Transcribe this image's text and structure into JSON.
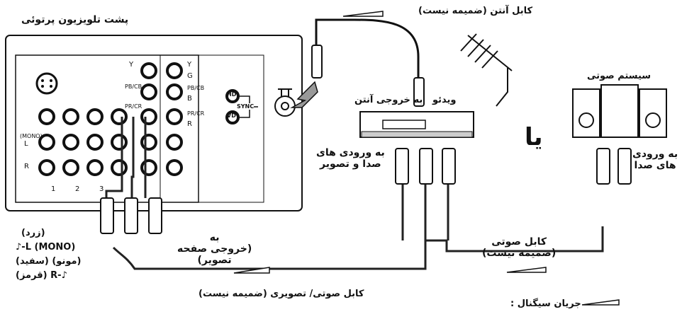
{
  "labels": {
    "tv_back": "پشت تلویزیون پرتوئی",
    "antenna_cable": "کابل آنتن (ضمیمه نیست)",
    "to_antenna_out": "به خروجی آنتن",
    "vcr": "ویدئو",
    "or": "یا",
    "audio_system": "سیستم صوتی",
    "to_av_inputs_1": "به ورودی های",
    "to_av_inputs_2": "صدا و تصویر",
    "to_audio_inputs_1": "به ورودی",
    "to_audio_inputs_2": "های صدا",
    "yellow": "(زرد)",
    "l_mono": "♪-L (MONO)",
    "mono_white": "(مونو) (سفید)",
    "r_red": "♪-R (قرمز)",
    "to_screen_out_1": "به",
    "to_screen_out_2": "(خروجی صفحه",
    "to_screen_out_3": "تصویر)",
    "audio_cable_1": "کابل صوتی",
    "audio_cable_2": "(ضمیمه نیست)",
    "av_cable": "کابل صوتی/ تصویری (ضمیمه نیست)",
    "signal_flow": "جریان سیگنال :"
  },
  "panel": {
    "y": "Y",
    "pb_cb": "PB/CB",
    "pr_cr": "PR/CR",
    "y_g": "Y",
    "g": "G",
    "pb_b": "PB/CB",
    "b": "B",
    "pr_r": "PR/CR",
    "r": "R",
    "hd": "HD",
    "vd": "VD",
    "sync": "SYNC",
    "mono": "(MONO)",
    "l": "L",
    "r_side": "R",
    "in1": "1",
    "in2": "2",
    "in3": "3"
  }
}
